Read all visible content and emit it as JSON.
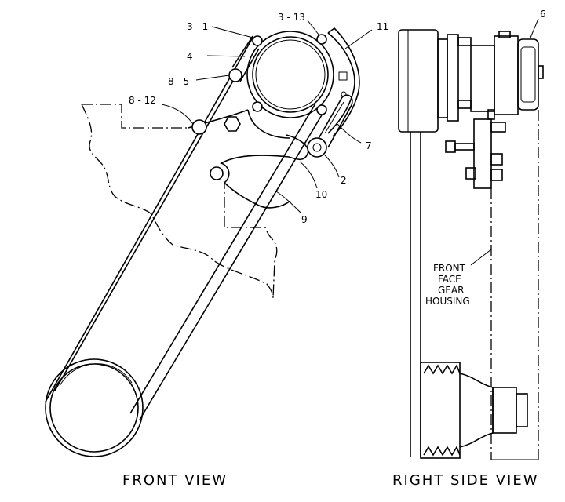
{
  "labels": {
    "l3_1": "3 - 1",
    "l3_13": "3 - 13",
    "l11": "11",
    "l4": "4",
    "l8_5": "8 - 5",
    "l8_12": "8 - 12",
    "l7": "7",
    "l2": "2",
    "l10": "10",
    "l9": "9",
    "l6": "6"
  },
  "housing_note": [
    "FRONT",
    "FACE",
    "GEAR",
    "HOUSING"
  ],
  "captions": {
    "front": "FRONT VIEW",
    "side": "RIGHT SIDE VIEW"
  }
}
